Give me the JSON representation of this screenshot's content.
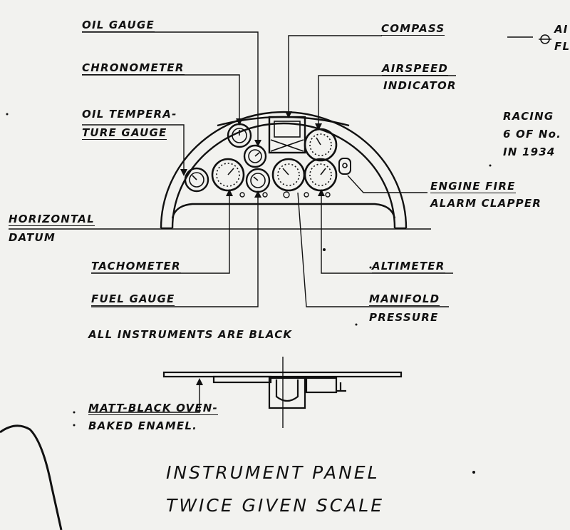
{
  "labels": {
    "oil_gauge": "OIL GAUGE",
    "compass": "COMPASS",
    "chronometer": "CHRONOMETER",
    "airspeed_1": "AIRSPEED",
    "airspeed_2": "INDICATOR",
    "oil_temp_1": "OIL TEMPERA-",
    "oil_temp_2": "TURE GAUGE",
    "racing_1": "RACING",
    "racing_2": "6 OF No.",
    "racing_3": "IN 1934",
    "engine_fire_1": "ENGINE FIRE",
    "engine_fire_2": "ALARM CLAPPER",
    "horizontal_1": "HORIZONTAL",
    "horizontal_2": "DATUM",
    "tachometer": "TACHOMETER",
    "altimeter": "ALTIMETER",
    "fuel_gauge": "FUEL GAUGE",
    "manifold_1": "MANIFOLD",
    "manifold_2": "PRESSURE",
    "all_black": "ALL INSTRUMENTS ARE BLACK",
    "matt_1": "MATT-BLACK OVEN-",
    "matt_2": "BAKED ENAMEL.",
    "corner_1": "AI",
    "corner_2": "FL",
    "title_1": "INSTRUMENT PANEL",
    "title_2": "TWICE GIVEN SCALE"
  },
  "colors": {
    "ink": "#111111",
    "paper": "#f2f2ef"
  }
}
